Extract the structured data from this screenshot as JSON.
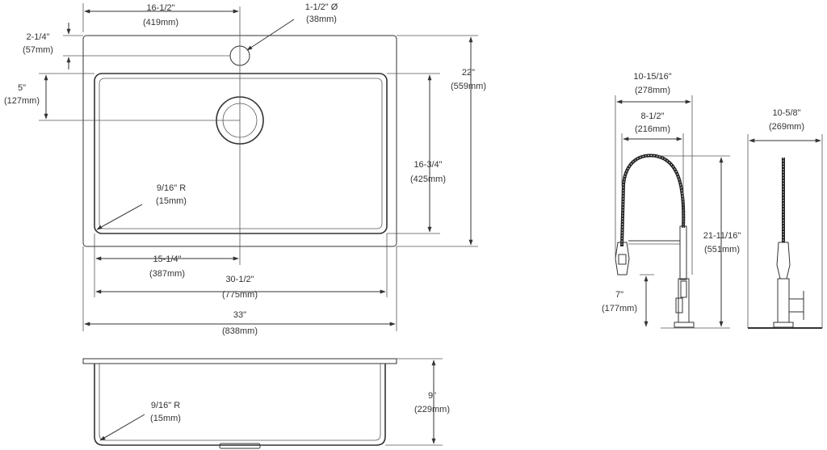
{
  "diagram": {
    "sink_top_view": {
      "faucet_hole_offset": {
        "imperial": "16-1/2\"",
        "metric": "(419mm)"
      },
      "faucet_hole_diameter": {
        "imperial": "1-1/2\" Ø",
        "metric": "(38mm)"
      },
      "hole_from_back_edge": {
        "imperial": "2-1/4\"",
        "metric": "(57mm)"
      },
      "bowl_to_drain_depth": {
        "imperial": "5\"",
        "metric": "(127mm)"
      },
      "overall_depth": {
        "imperial": "22\"",
        "metric": "(559mm)"
      },
      "bowl_depth": {
        "imperial": "16-3/4\"",
        "metric": "(425mm)"
      },
      "corner_radius": {
        "imperial": "9/16\" R",
        "metric": "(15mm)"
      },
      "drain_offset": {
        "imperial": "15-1/4\"",
        "metric": "(387mm)"
      },
      "bowl_width": {
        "imperial": "30-1/2\"",
        "metric": "(775mm)"
      },
      "overall_width": {
        "imperial": "33\"",
        "metric": "(838mm)"
      }
    },
    "sink_side_view": {
      "bowl_depth": {
        "imperial": "9\"",
        "metric": "(229mm)"
      },
      "corner_radius": {
        "imperial": "9/16\" R",
        "metric": "(15mm)"
      }
    },
    "faucet_front_view": {
      "overall_reach": {
        "imperial": "10-15/16\"",
        "metric": "(278mm)"
      },
      "spout_reach": {
        "imperial": "8-1/2\"",
        "metric": "(216mm)"
      },
      "overall_height": {
        "imperial": "21-11/16\"",
        "metric": "(551mm)"
      },
      "handle_height": {
        "imperial": "7\"",
        "metric": "(177mm)"
      }
    },
    "faucet_side_view": {
      "depth": {
        "imperial": "10-5/8\"",
        "metric": "(269mm)"
      }
    }
  }
}
